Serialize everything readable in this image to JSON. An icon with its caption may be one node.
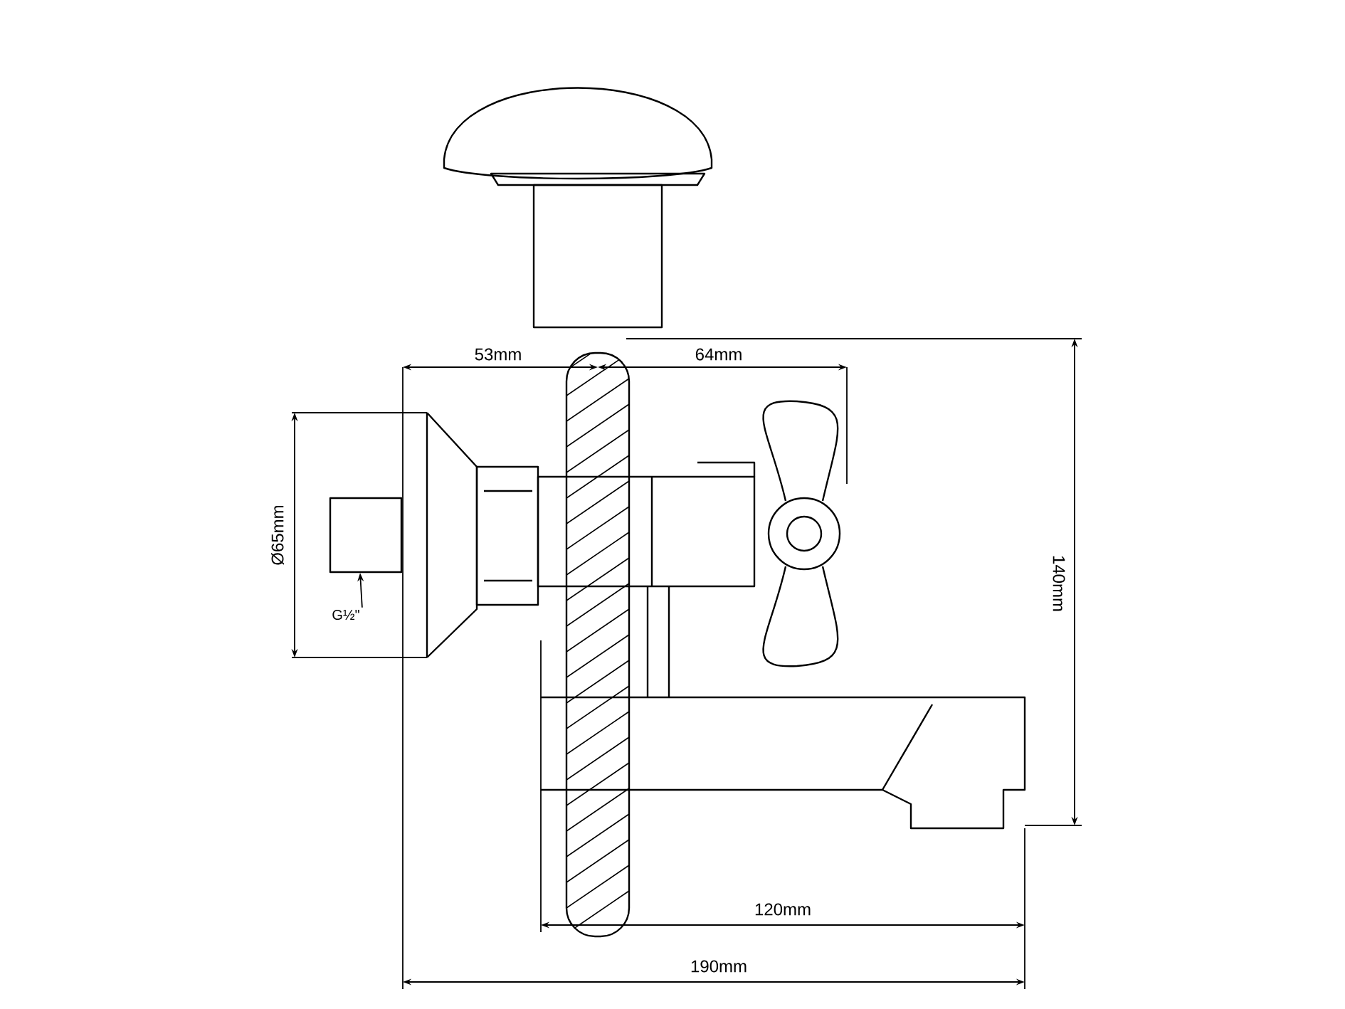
{
  "diagram": {
    "nodes": [
      {
        "text": [
          "G½\""
        ]
      },
      {
        "text": [],
        "shape": "box"
      }
    ],
    "edges": [
      {
        "from": 0,
        "to": 1,
        "arrow": "to"
      }
    ],
    "labels": [
      "53mm",
      "64mm",
      "Ø65mm",
      "140mm",
      "120mm",
      "190mm"
    ]
  }
}
